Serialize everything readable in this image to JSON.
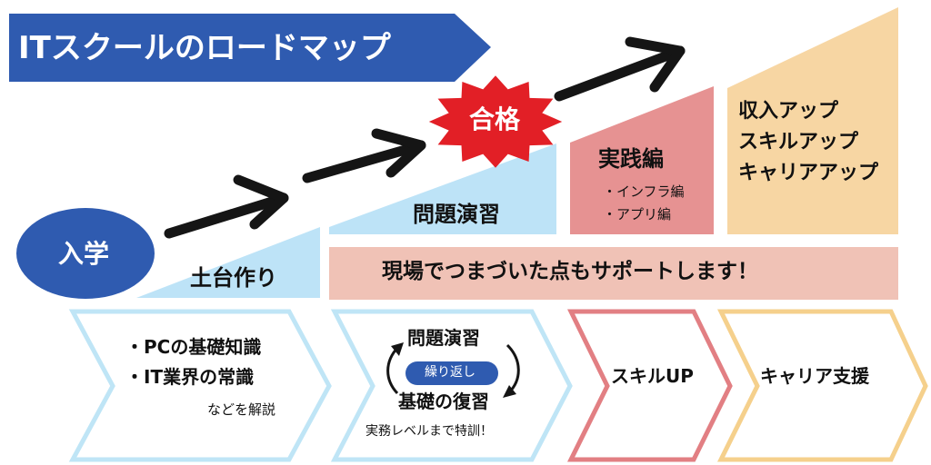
{
  "title": "ITスクールのロードマップ",
  "stages": {
    "nyugaku": "入学",
    "dodai": "土台作り",
    "mondai": "問題演習",
    "gokaku": "合格",
    "jissen": {
      "title": "実践編",
      "items": [
        "・インフラ編",
        "・アプリ編"
      ]
    },
    "goal": {
      "lines": [
        "収入アップ",
        "スキルアップ",
        "キャリアアップ"
      ]
    }
  },
  "support_banner": "現場でつまづいた点もサポートします！",
  "chevrons": {
    "c1": {
      "items": [
        "・PCの基礎知識",
        "・IT業界の常識"
      ],
      "note": "などを解説"
    },
    "c2": {
      "top": "問題演習",
      "pill": "繰り返し",
      "bottom": "基礎の復習",
      "note": "実務レベルまで特訓！"
    },
    "c3": {
      "label": "スキルUP"
    },
    "c4": {
      "label": "キャリア支援"
    }
  },
  "colors": {
    "navy": "#2f5bb0",
    "light_blue": "#bde3f7",
    "chevron_blue": "#bfe5f6",
    "red_star": "#e21f26",
    "salmon": "#e69292",
    "peach": "#f7d6a3",
    "banner": "#f0c2b6",
    "chevron_red": "#e27f83",
    "chevron_peach": "#f5d08c",
    "arrow_black": "#151515"
  },
  "icons": [
    "hand-drawn-arrow",
    "cycle-arrow-up",
    "cycle-arrow-down",
    "starburst"
  ]
}
